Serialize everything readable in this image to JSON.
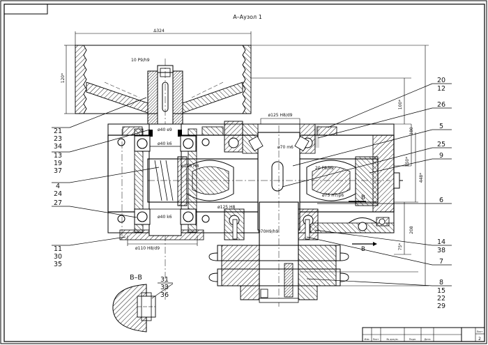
{
  "drawing": {
    "section_title": "A–Aузол 1",
    "secondary_view_title": "B–B",
    "bb_marker": "B",
    "dimensions": {
      "pulley_width": "Δ324",
      "pulley_height": "120*",
      "pulley_keyway": "10 P9/h9",
      "top_bore": "ø125 H8/d9",
      "fit_40_e9": "ø40 e9",
      "fit_40_k6_top": "ø40 k6",
      "fit_110_h8": "ø110 H8",
      "fit_70_m6": "ø70 m6",
      "fit_20_p9h9": "20 P9/h9",
      "fit_75_h7p6": "ø75 H7/p6",
      "fit_125_h8": "ø125 H8",
      "fit_40_k6_bottom": "ø40 k6",
      "fit_70_h9h9": "ø70H9/h9",
      "fit_110_h8d9": "ø110 H8/d9",
      "right_100": "100*",
      "right_180": "180",
      "right_150": "150*",
      "right_448": "448*",
      "right_208": "208",
      "right_75": "75*"
    },
    "callouts": [
      {
        "id": "c20",
        "nums": [
          "20",
          "12"
        ]
      },
      {
        "id": "c26",
        "nums": [
          "26"
        ]
      },
      {
        "id": "c5",
        "nums": [
          "5"
        ]
      },
      {
        "id": "c25",
        "nums": [
          "25"
        ]
      },
      {
        "id": "c9",
        "nums": [
          "9"
        ]
      },
      {
        "id": "c6",
        "nums": [
          "6"
        ]
      },
      {
        "id": "c14",
        "nums": [
          "14",
          "38"
        ]
      },
      {
        "id": "c7",
        "nums": [
          "7"
        ]
      },
      {
        "id": "c8",
        "nums": [
          "8",
          "15",
          "22",
          "29"
        ]
      },
      {
        "id": "c21",
        "nums": [
          "21",
          "23",
          "34"
        ]
      },
      {
        "id": "c13",
        "nums": [
          "13",
          "19",
          "37"
        ]
      },
      {
        "id": "c4",
        "nums": [
          "4",
          "24"
        ]
      },
      {
        "id": "c27",
        "nums": [
          "27"
        ]
      },
      {
        "id": "c11",
        "nums": [
          "11",
          "30",
          "35"
        ]
      },
      {
        "id": "c31",
        "nums": [
          "31",
          "33",
          "36"
        ]
      }
    ],
    "title_block": {
      "cells": [
        "Изм",
        "Лист",
        "№ докум.",
        "Подп.",
        "Дата"
      ],
      "sheet": "Лист",
      "sheet_no": "2"
    }
  }
}
